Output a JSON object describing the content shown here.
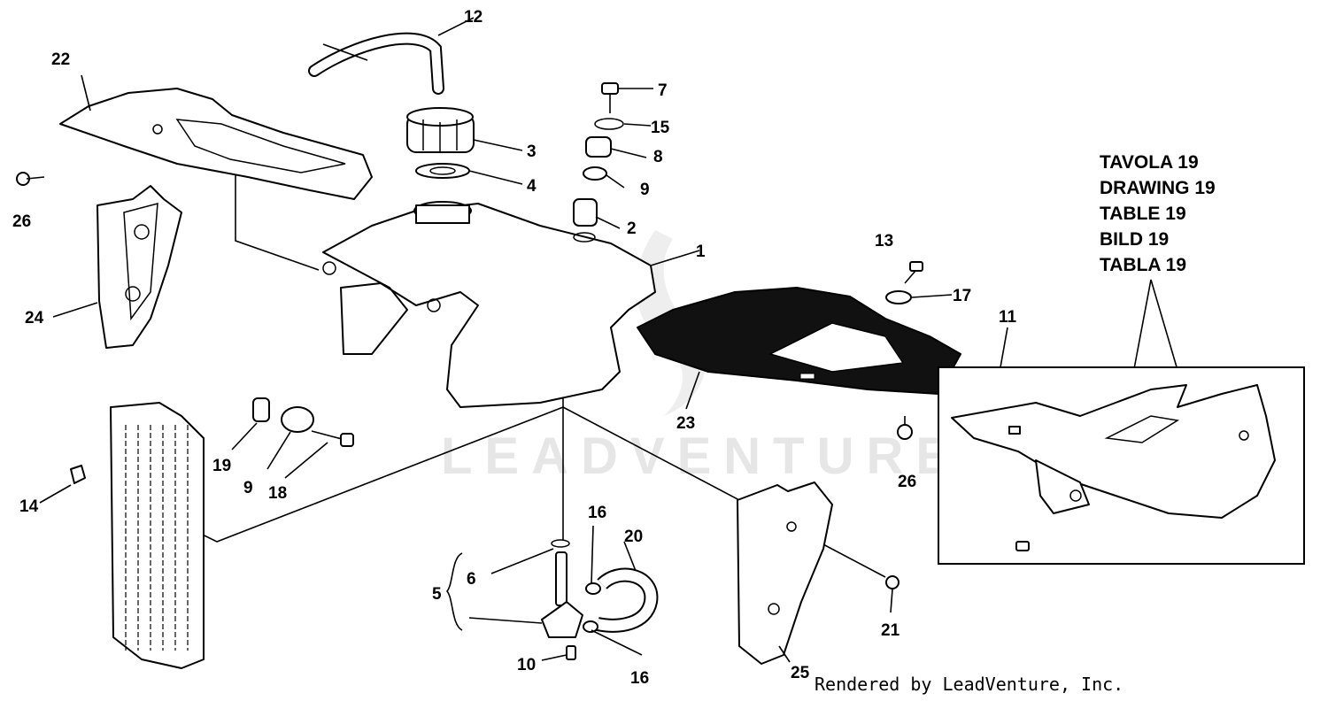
{
  "watermark": "LEADVENTURE",
  "credit": "Rendered by LeadVenture, Inc.",
  "reference_table": [
    "TAVOLA 19",
    "DRAWING 19",
    "TABLE 19",
    "BILD 19",
    "TABLA 19"
  ],
  "callouts": {
    "c1": "1",
    "c2": "2",
    "c3": "3",
    "c4": "4",
    "c5": "5",
    "c6": "6",
    "c7": "7",
    "c8": "8",
    "c9a": "9",
    "c9b": "9",
    "c10": "10",
    "c11": "11",
    "c12": "12",
    "c13": "13",
    "c14": "14",
    "c15": "15",
    "c16a": "16",
    "c16b": "16",
    "c17": "17",
    "c18": "18",
    "c19": "19",
    "c20": "20",
    "c21": "21",
    "c22": "22",
    "c23": "23",
    "c24": "24",
    "c25": "25",
    "c26a": "26",
    "c26b": "26"
  }
}
